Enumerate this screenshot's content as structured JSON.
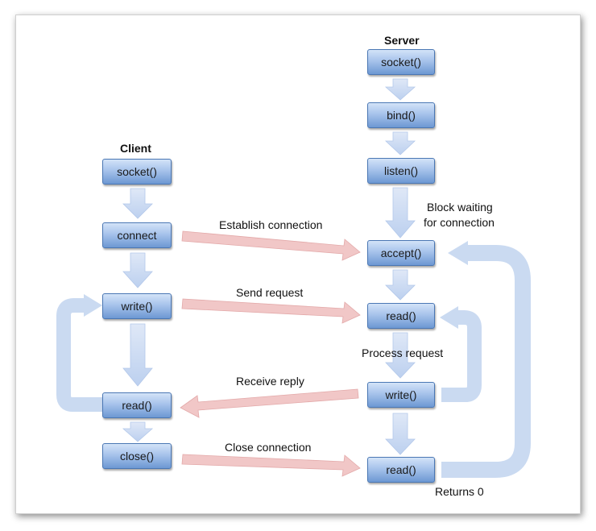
{
  "client": {
    "title": "Client",
    "socket": "socket()",
    "connect": "connect",
    "write": "write()",
    "read": "read()",
    "close": "close()"
  },
  "server": {
    "title": "Server",
    "socket": "socket()",
    "bind": "bind()",
    "listen": "listen()",
    "accept": "accept()",
    "read1": "read()",
    "write": "write()",
    "read2": "read()"
  },
  "labels": {
    "block_waiting": "Block waiting",
    "for_connection": "for connection",
    "establish": "Establish connection",
    "send_request": "Send request",
    "process_request": "Process request",
    "receive_reply": "Receive reply",
    "close_connection": "Close connection",
    "returns0": "Returns 0"
  },
  "colors": {
    "node_border": "#4a77b4",
    "flow_arrow": "#c9d9f1",
    "message_arrow": "#efc3c3"
  }
}
